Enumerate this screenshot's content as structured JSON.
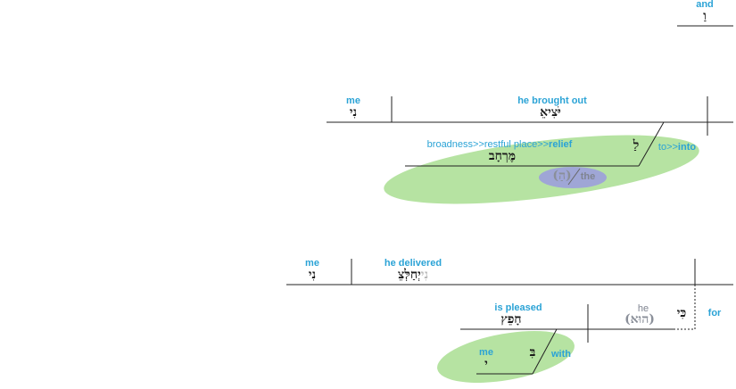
{
  "colors": {
    "gloss": "#2ba3d6",
    "line": "#222222",
    "highlight": "#b6e3a2",
    "article_highlight": "#9fa6d6",
    "grey_text": "#7f8490"
  },
  "top_conjunction": {
    "gloss": "and",
    "hebrew": "וַ"
  },
  "clause_1": {
    "object": {
      "gloss": "me",
      "hebrew": "נִי"
    },
    "verb": {
      "gloss": "he brought out",
      "hebrew": "יֹּצִיאֵ"
    },
    "prep_phrase": {
      "preposition": {
        "gloss_prefix": "to>>",
        "gloss_bold": "into",
        "hebrew": "לַ"
      },
      "object": {
        "gloss_prefix": "broadness>>restful place>>",
        "gloss_bold": "relief",
        "hebrew": "מֶּרְחָב"
      },
      "article": {
        "hebrew": "(הַ)",
        "gloss": "the"
      }
    }
  },
  "clause_2": {
    "object": {
      "gloss": "me",
      "hebrew": "נִי"
    },
    "verb": {
      "gloss": "he delivered",
      "hebrew_main": "יְחַלְּצֵ",
      "hebrew_faded": "נִי"
    },
    "subordinate": {
      "conjunction": {
        "gloss": "for",
        "hebrew": "כִּי"
      },
      "subject": {
        "gloss": "he",
        "hebrew": "(הוּא)"
      },
      "verb": {
        "gloss": "is pleased",
        "hebrew": "חָפֵץ"
      },
      "prep_phrase": {
        "preposition": {
          "gloss": "with",
          "hebrew": "בִּ"
        },
        "object": {
          "gloss": "me",
          "hebrew": "י"
        }
      }
    }
  }
}
